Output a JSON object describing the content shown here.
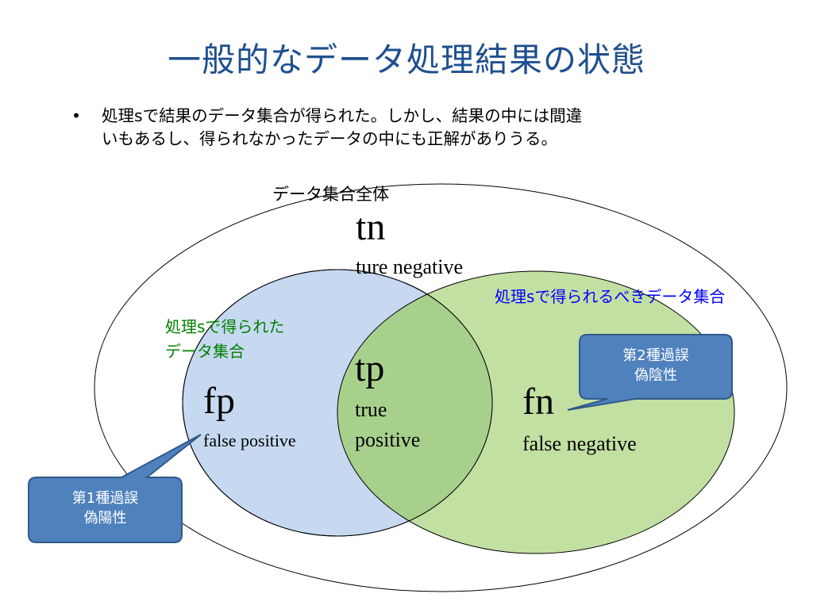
{
  "slide": {
    "title": "一般的なデータ処理結果の状態",
    "bullet": {
      "marker": "•",
      "line1": "処理sで結果のデータ集合が得られた。しかし、結果の中には間違",
      "line2": "いもあるし、得られなかったデータの中にも正解がありうる。"
    }
  },
  "diagram": {
    "universe_label": "データ集合全体",
    "tn": {
      "abbr": "tn",
      "full": "ture negative"
    },
    "obtained_set_label_line1": "処理sで得られた",
    "obtained_set_label_line2": "データ集合",
    "expected_set_label": "処理sで得られるべきデータ集合",
    "tp": {
      "abbr": "tp",
      "full_line1": "true",
      "full_line2": "positive"
    },
    "fp": {
      "abbr": "fp",
      "full": "false positive"
    },
    "fn": {
      "abbr": "fn",
      "full": "false negative"
    },
    "callout_type1": {
      "line1": "第1種過誤",
      "line2": "偽陽性"
    },
    "callout_type2": {
      "line1": "第2種過誤",
      "line2": "偽陰性"
    },
    "colors": {
      "title": "#1f4f8f",
      "obtained_set_fill": "#c6d9f1",
      "expected_set_fill": "#c3e0a3",
      "overlap_fill": "#a8d08d",
      "obtained_label": "#008000",
      "expected_label": "#0000ff",
      "callout_fill": "#4f81bd",
      "callout_border": "#2f5a8a"
    }
  }
}
